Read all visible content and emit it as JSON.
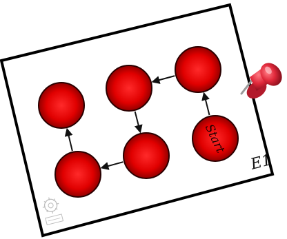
{
  "card": {
    "code": "E1",
    "colors": {
      "paper": "#ffffff",
      "border": "#000000",
      "node_fill_light": "#ff2a2a",
      "node_fill_mid": "#e00000",
      "node_fill_dark": "#7a0000",
      "node_stroke": "#2a0000",
      "arrow": "#111111",
      "pin_head": "#e0283a",
      "pin_shadow": "#8a0f1c",
      "pin_needle": "#9a9a9a"
    }
  },
  "nodes": [
    {
      "id": "n1",
      "label": "Start",
      "is_start": true
    },
    {
      "id": "n2",
      "label": ""
    },
    {
      "id": "n3",
      "label": ""
    },
    {
      "id": "n4",
      "label": ""
    },
    {
      "id": "n5",
      "label": ""
    },
    {
      "id": "n6",
      "label": ""
    }
  ],
  "edges": [
    {
      "from": "n1",
      "to": "n2"
    },
    {
      "from": "n2",
      "to": "n3"
    },
    {
      "from": "n3",
      "to": "n4"
    },
    {
      "from": "n4",
      "to": "n5"
    },
    {
      "from": "n5",
      "to": "n6"
    }
  ],
  "icons": {
    "pin": "push-pin-icon",
    "logo": "gear-logo-icon"
  }
}
